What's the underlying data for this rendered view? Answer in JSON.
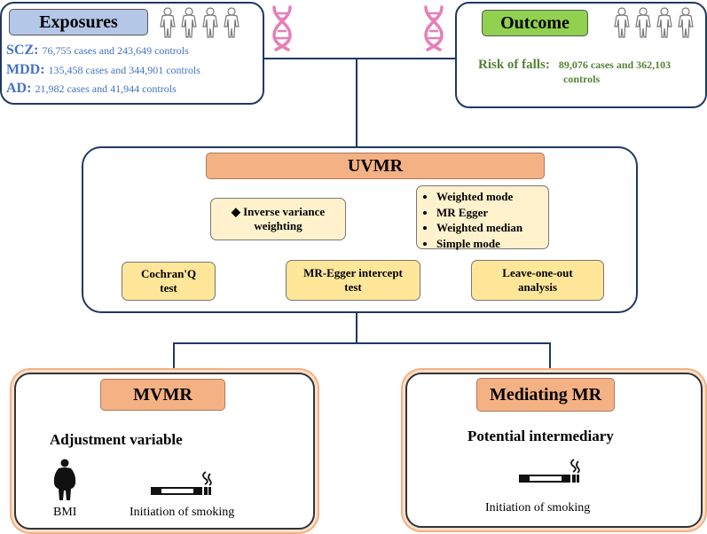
{
  "exposures": {
    "title": "Exposures",
    "rows": [
      {
        "label": "SCZ:",
        "text": "76,755 cases and 243,649 controls"
      },
      {
        "label": "MDD:",
        "text": "135,458 cases and 344,901 controls"
      },
      {
        "label": "AD:",
        "text": "21,982 cases and 41,944 controls"
      }
    ]
  },
  "outcome": {
    "title": "Outcome",
    "label": "Risk of falls:",
    "text_line1": "89,076 cases and 362,103",
    "text_line2": "controls"
  },
  "uvmr": {
    "title": "UVMR",
    "ivw": "◆ Inverse variance weighting",
    "methods": [
      "Weighted mode",
      "MR Egger",
      "Weighted median",
      "Simple mode"
    ],
    "tests": {
      "cochran": "Cochran'Q test",
      "egger_intercept": "MR-Egger intercept test",
      "loo": "Leave-one-out analysis"
    }
  },
  "mvmr": {
    "title": "MVMR",
    "subtitle": "Adjustment variable",
    "bmi_label": "BMI",
    "smoking_label": "Initiation of smoking"
  },
  "mediating": {
    "title": "Mediating MR",
    "subtitle": "Potential intermediary",
    "smoking_label": "Initiation of smoking"
  },
  "colors": {
    "border": "#1f3864",
    "blue_text": "#4472c4",
    "green_text": "#548235",
    "header_blue": "#b4c7e7",
    "header_green": "#92d050",
    "salmon": "#f4b183",
    "light_yellow": "#fff2cc",
    "yellow": "#ffe699",
    "dna": "#e67fb8"
  }
}
